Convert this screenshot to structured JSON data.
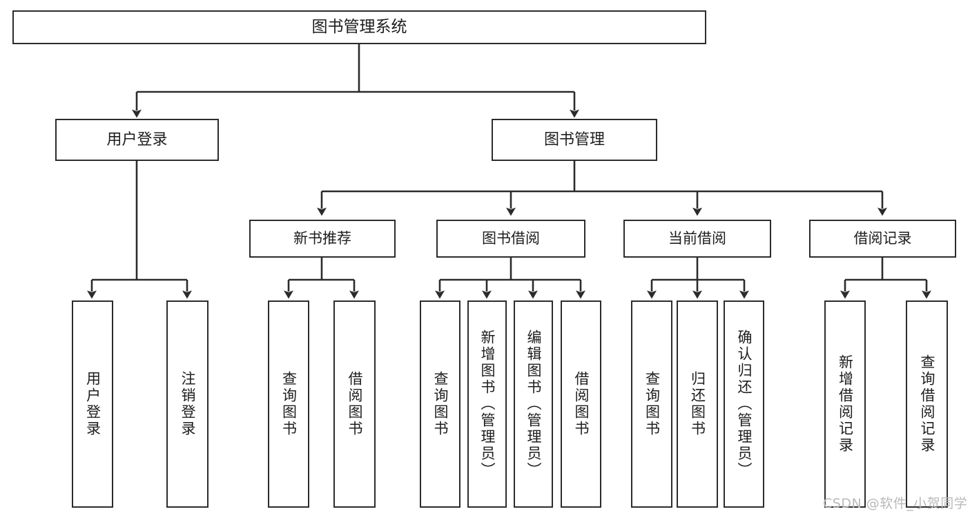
{
  "diagram": {
    "title": "图书管理系统",
    "type": "tree-hierarchy",
    "watermark": "CSDN @软件_小贺同学",
    "colors": {
      "stroke": "#2b2b2b",
      "fill": "#ffffff",
      "text": "#1d1d1d",
      "watermark": "#b9b9b9"
    }
  },
  "nodes": {
    "root": {
      "label": "图书管理系统"
    },
    "level2": [
      {
        "id": "user-login",
        "label": "用户登录"
      },
      {
        "id": "book-manage",
        "label": "图书管理"
      }
    ],
    "level3": [
      {
        "id": "new-book-rec",
        "label": "新书推荐"
      },
      {
        "id": "book-borrow",
        "label": "图书借阅"
      },
      {
        "id": "current-borrow",
        "label": "当前借阅"
      },
      {
        "id": "borrow-record",
        "label": "借阅记录"
      }
    ],
    "leaves": {
      "user-login": [
        {
          "id": "leaf-user-login",
          "label": "用户登录"
        },
        {
          "id": "leaf-user-logout",
          "label": "注销登录"
        }
      ],
      "new-book-rec": [
        {
          "id": "leaf-query-book-1",
          "label": "查询图书"
        },
        {
          "id": "leaf-borrow-book-1",
          "label": "借阅图书"
        }
      ],
      "book-borrow": [
        {
          "id": "leaf-query-book-2",
          "label": "查询图书"
        },
        {
          "id": "leaf-add-book",
          "label": "新增图书（管理员）"
        },
        {
          "id": "leaf-edit-book",
          "label": "编辑图书（管理员）"
        },
        {
          "id": "leaf-borrow-book-2",
          "label": "借阅图书"
        }
      ],
      "current-borrow": [
        {
          "id": "leaf-query-book-3",
          "label": "查询图书"
        },
        {
          "id": "leaf-return-book",
          "label": "归还图书"
        },
        {
          "id": "leaf-confirm-return",
          "label": "确认归还（管理员）"
        }
      ],
      "borrow-record": [
        {
          "id": "leaf-add-record",
          "label": "新增借阅记录"
        },
        {
          "id": "leaf-query-record",
          "label": "查询借阅记录"
        }
      ]
    }
  }
}
